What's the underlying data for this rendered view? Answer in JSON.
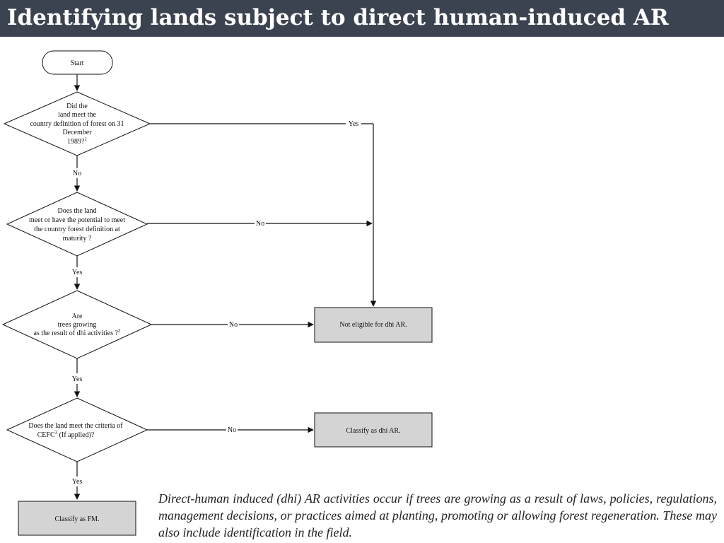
{
  "header": {
    "title": "Identifying lands subject to direct human-induced AR",
    "background": "#3c4350"
  },
  "flowchart": {
    "start": "Start",
    "q1": {
      "lines": [
        "Did the",
        "land meet the",
        "country definition of forest on  31",
        "December"
      ],
      "last": "1989?",
      "sup": "1"
    },
    "q2": {
      "lines": [
        "Does the land",
        "meet or  have the potential to meet",
        "the country forest definition at",
        "maturity ?"
      ]
    },
    "q3": {
      "lines": [
        "Are",
        "trees growing"
      ],
      "last": "as the result of dhi activities  ?",
      "sup": "2"
    },
    "q4": {
      "line1": "Does the land meet the criteria of",
      "line2_pre": "CEFC",
      "line2_sup": "3",
      "line2_post": " (If applied)?"
    },
    "edges": {
      "yes": "Yes",
      "no": "No"
    },
    "boxes": {
      "not_eligible": "Not eligible for dhi AR.",
      "classify_dhi": "Classify as dhi AR.",
      "classify_fm": "Classify as FM."
    },
    "box_fill": "#d4d4d4"
  },
  "note": "Direct-human induced (dhi) AR activities occur if trees are growing as a result of laws, policies, regulations, management decisions, or practices aimed at planting, promoting or allowing forest regeneration. These may also include identification in the field."
}
